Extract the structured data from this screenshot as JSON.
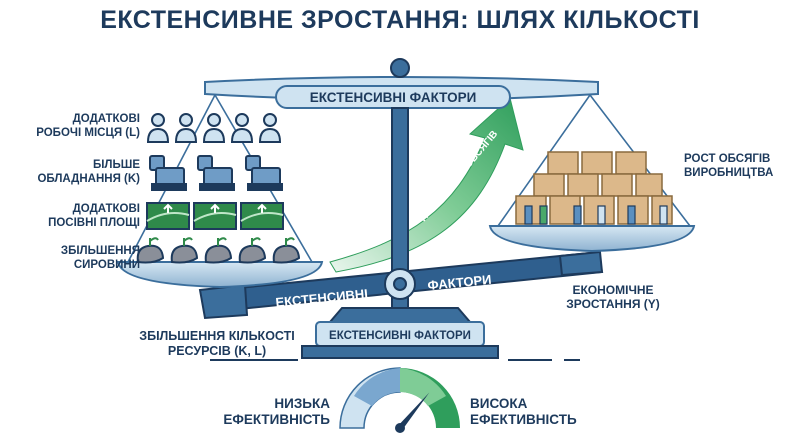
{
  "title": "ЕКСТЕНСИВНЕ ЗРОСТАННЯ: ШЛЯХ КІЛЬКОСТІ",
  "beam_label": "ЕКСТЕНСИВНІ ФАКТОРИ",
  "arrow_label": "ПОЛЬШЕННЯ ОБСЯГІВ",
  "tilted_bar": {
    "left_text": "ЕКСТЕНСИВНІ",
    "right_text": "ФАКТОРИ"
  },
  "base_label": "ЕКСТЕНСИВНІ ФАКТОРИ",
  "left_items": [
    {
      "line1": "ДОДАТКОВІ",
      "line2": "РОБОЧІ МІСЦЯ (L)",
      "icon": "workers-icon"
    },
    {
      "line1": "БІЛЬШЕ",
      "line2": "ОБЛАДНАННЯ (K)",
      "icon": "machinery-icon"
    },
    {
      "line1": "ДОДАТКОВІ",
      "line2": "ПОСІВНІ ПЛОЩІ",
      "icon": "fields-icon"
    },
    {
      "line1": "ЗБІЛЬШЕННЯ",
      "line2": "СИРОВИНИ",
      "icon": "raw-materials-icon"
    }
  ],
  "right_top": {
    "line1": "РОСТ ОБСЯГІВ",
    "line2": "ВИРОБНИЦТВА"
  },
  "right_bottom": {
    "line1": "ЕКОНОМІЧНЕ",
    "line2": "ЗРОСТАННЯ (Y)"
  },
  "left_bottom": {
    "line1": "ЗБІЛЬШЕННЯ КІЛЬКОСТІ",
    "line2": "РЕСУРСІВ (K, L)"
  },
  "gauge": {
    "low_line1": "НИЗЬКА",
    "low_line2": "ЕФЕКТИВНІСТЬ",
    "high_line1": "ВИСОКА",
    "high_line2": "ЕФЕКТИВНІСТЬ",
    "level": 0.72
  },
  "colors": {
    "navy": "#1d3a5c",
    "steel": "#3b6e9c",
    "light": "#cfe3f1",
    "green": "#3aa46a"
  }
}
